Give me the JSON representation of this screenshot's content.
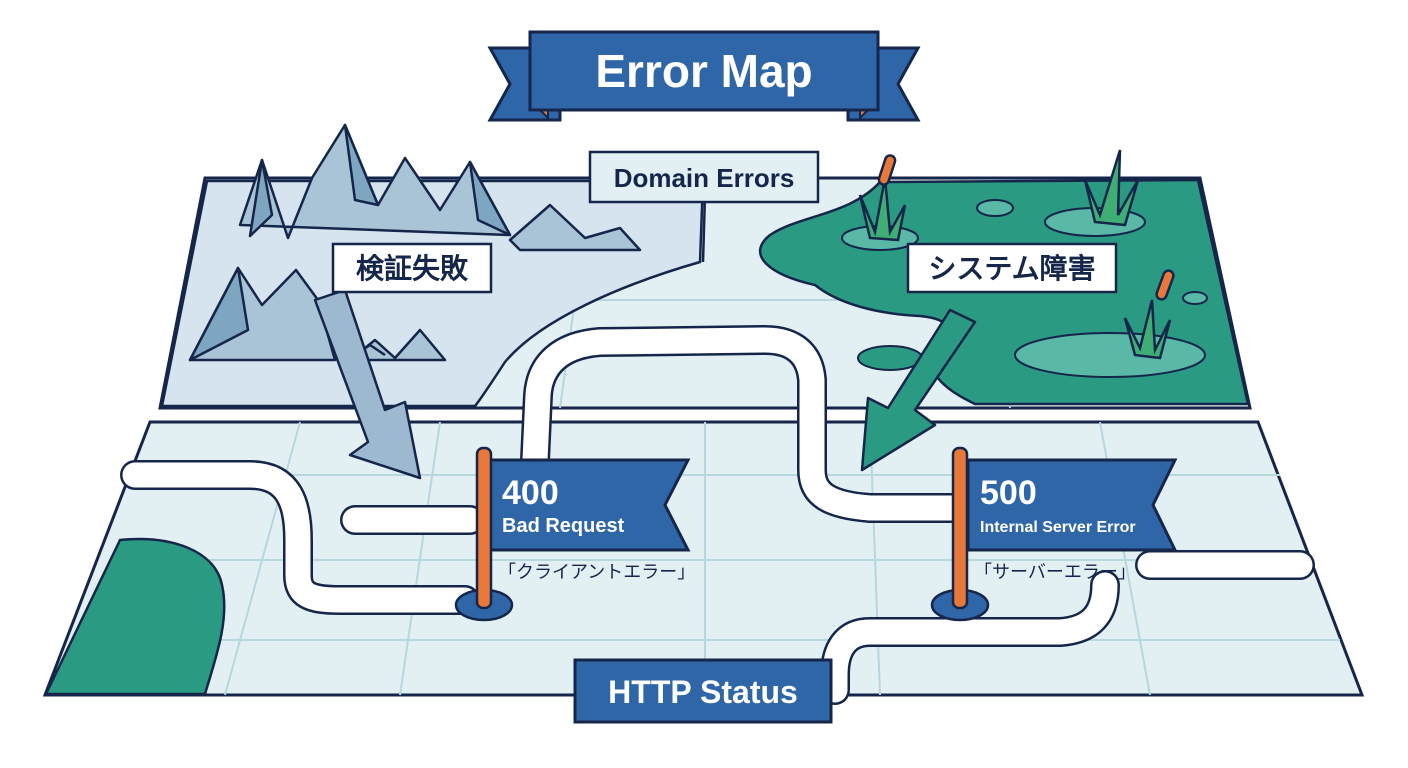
{
  "title": "Error Map",
  "regions": {
    "top_label": "Domain Errors",
    "bottom_label": "HTTP Status",
    "left_zone": "検証失敗",
    "right_zone": "システム障害"
  },
  "flags": [
    {
      "code": "400",
      "name": "Bad Request",
      "caption": "「クライアントエラー」"
    },
    {
      "code": "500",
      "name": "Internal Server Error",
      "caption": "「サーバーエラー」"
    }
  ],
  "colors": {
    "navy": "#15264a",
    "banner_blue": "#2f66a8",
    "map_fill": "#e3f0f3",
    "mountain_zone": "#d5e4ef",
    "swamp_green": "#2b9a83",
    "flag_pole": "#e8793a"
  },
  "icons": [
    "mountain-icon",
    "reed-icon",
    "arrow-icon",
    "flag-icon"
  ]
}
